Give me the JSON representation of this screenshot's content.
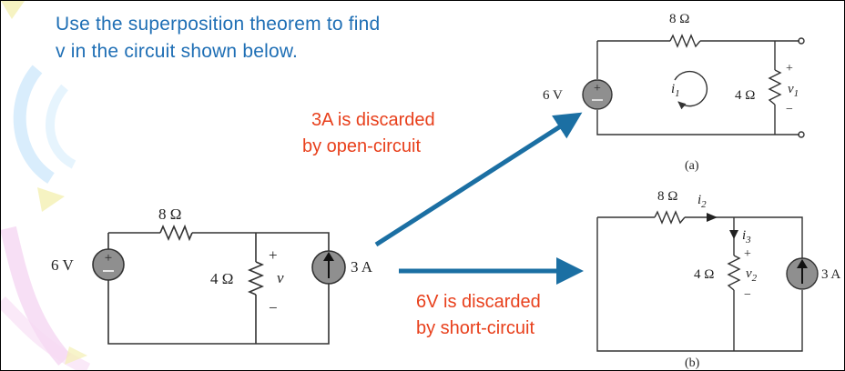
{
  "problem": {
    "line1": "Use the superposition theorem to find",
    "line2": "v in the circuit shown below."
  },
  "notes": {
    "open_line1": "3A is discarded",
    "open_line2": "by open-circuit",
    "short_line1": "6V is discarded",
    "short_line2": "by short-circuit"
  },
  "circuit_main": {
    "r_top": "8 Ω",
    "r_mid": "4 Ω",
    "vsrc": "6 V",
    "isrc": "3 A",
    "v": "v",
    "plus": "+",
    "minus": "−"
  },
  "circuit_a": {
    "r_top": "8 Ω",
    "r_mid": "4 Ω",
    "vsrc": "6 V",
    "i1_sym": "i",
    "i1_sub": "1",
    "v1_sym": "v",
    "v1_sub": "1",
    "plus": "+",
    "minus": "−",
    "caption": "(a)"
  },
  "circuit_b": {
    "r_top": "8 Ω",
    "r_mid": "4 Ω",
    "isrc": "3 A",
    "i2_sym": "i",
    "i2_sub": "2",
    "i3_sym": "i",
    "i3_sub": "3",
    "v2_sym": "v",
    "v2_sub": "2",
    "plus": "+",
    "minus": "−",
    "caption": "(b)"
  },
  "colors": {
    "title": "#1f6fb5",
    "note": "#e8401c",
    "arrow": "#1b6fa3",
    "wire": "#333333",
    "source_fill": "#8f8f8f"
  }
}
